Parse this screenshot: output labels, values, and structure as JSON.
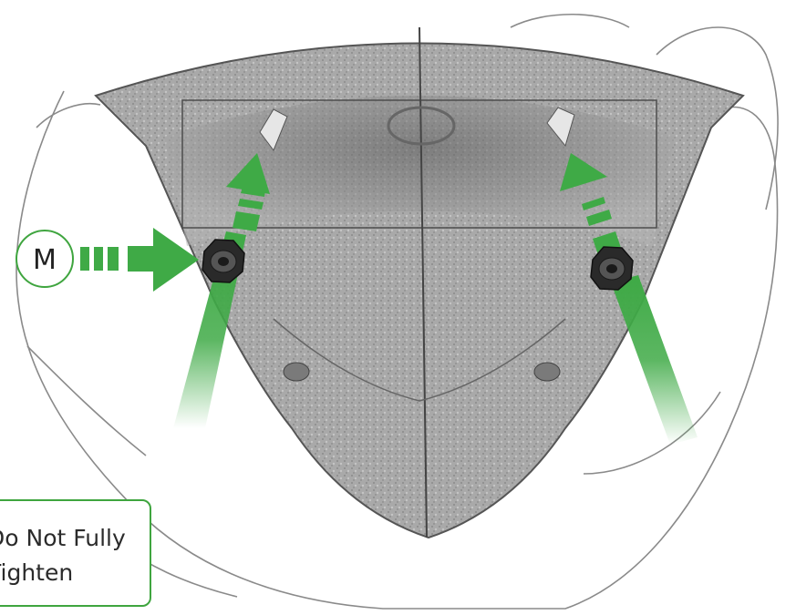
{
  "callout": {
    "line1": "Do Not Fully",
    "line2": "Tighten"
  },
  "marker": {
    "label": "M"
  },
  "colors": {
    "arrow_green": "#3faa46",
    "callout_border": "#3fa53f",
    "sketch_gray": "#8a8a8a",
    "nut": "#2a2a2a"
  },
  "icons": [
    "hand-sketch",
    "mounting-bracket",
    "nut-icon",
    "direction-arrow-icon",
    "push-arrow-icon"
  ]
}
